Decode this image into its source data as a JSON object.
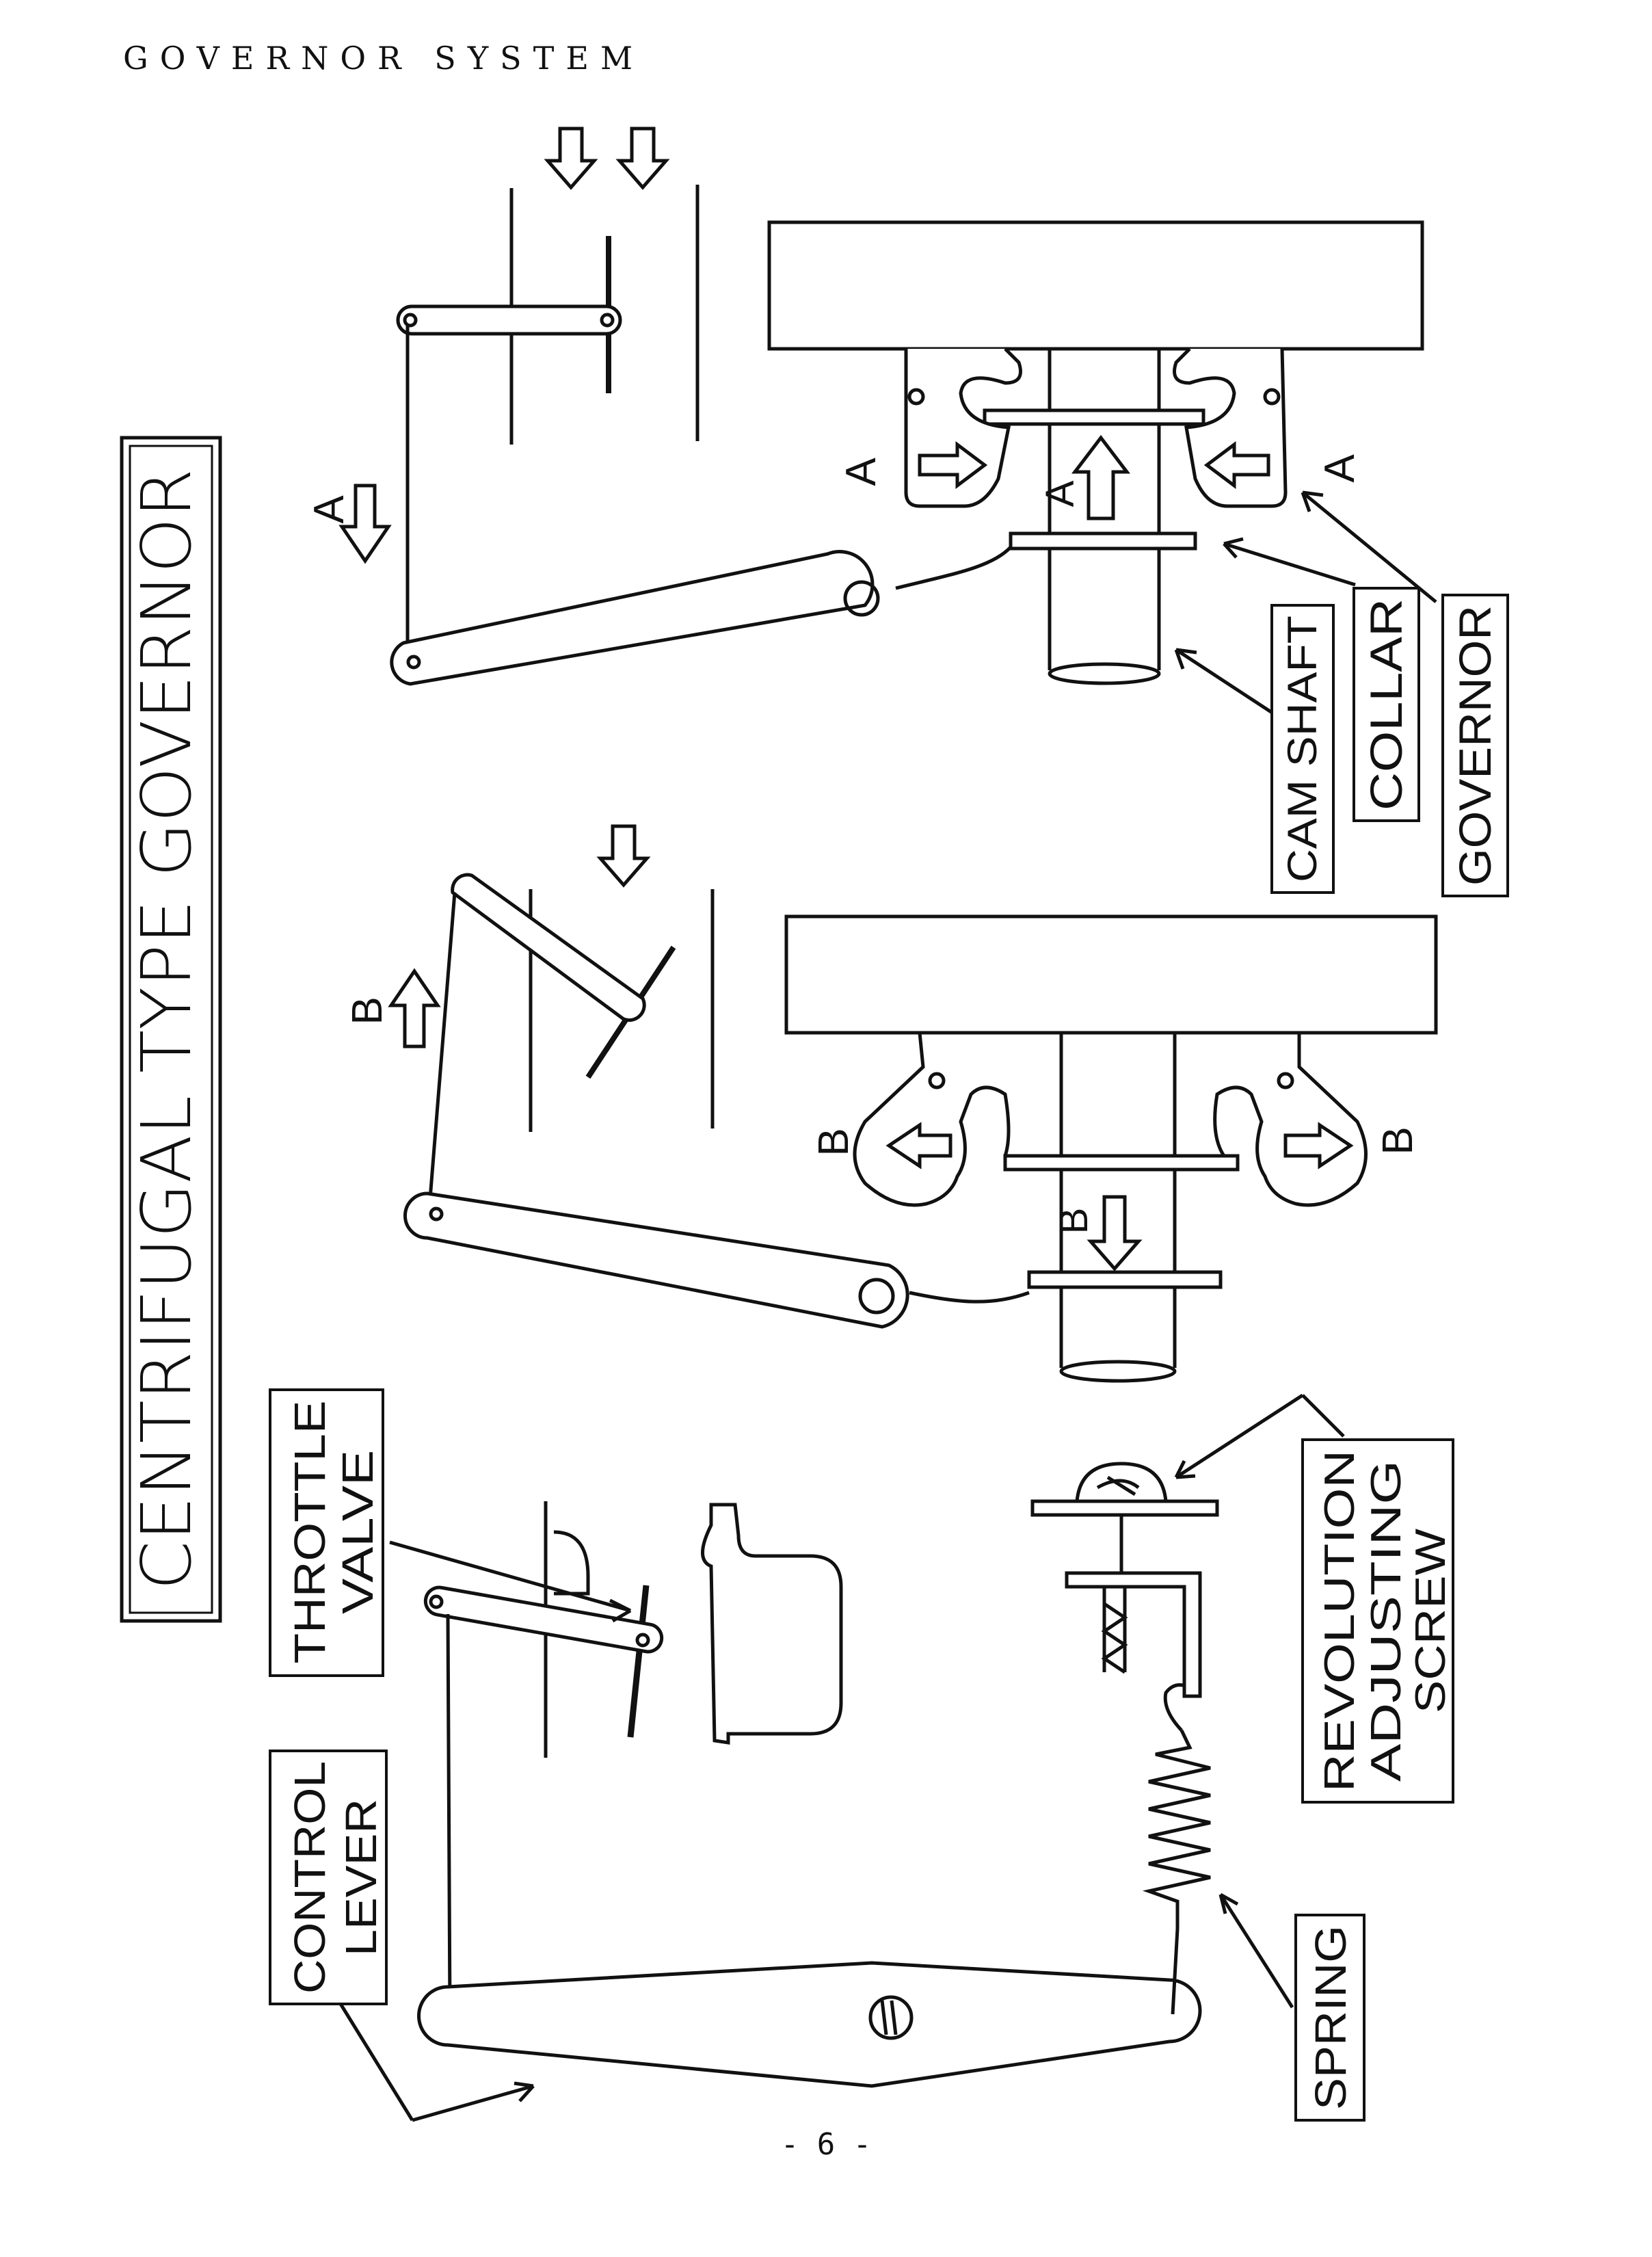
{
  "header": {
    "title": "GOVERNOR SYSTEM"
  },
  "title": "CENTRIFUGAL TYPE GOVERNOR",
  "labels": {
    "cam_shaft": "CAM SHAFT",
    "collar": "COLLAR",
    "governor": "GOVERNOR",
    "throttle_valve": [
      "THROTTLE",
      "VALVE"
    ],
    "control_lever": [
      "CONTROL",
      "LEVER"
    ],
    "revolution_adjusting_screw": [
      "REVOLUTION",
      "ADJUSTING",
      "SCREW"
    ],
    "spring": "SPRING"
  },
  "markers": {
    "a": "A",
    "b": "B"
  },
  "footer": {
    "page": "- 6 -"
  }
}
